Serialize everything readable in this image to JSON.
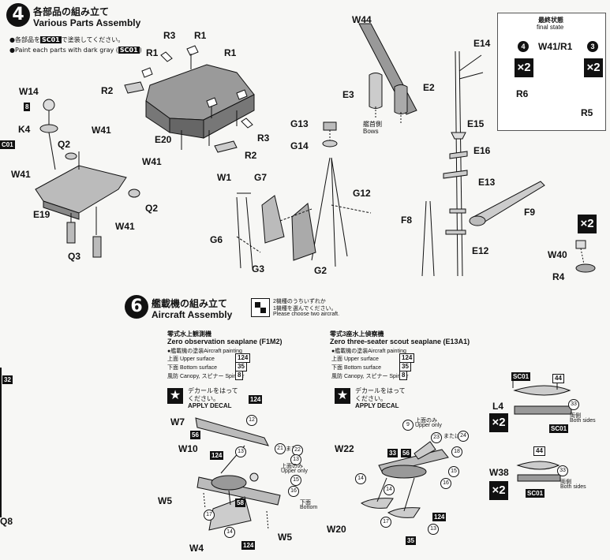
{
  "step4": {
    "number": "4",
    "title_jp": "各部品の組み立て",
    "title_en": "Various Parts Assembly",
    "note_jp_1": "●各部品を",
    "note_code": "SC01",
    "note_jp_2": "で塗装してください。",
    "note_en_1": "●Paint each parts with dark gray (",
    "note_en_2": ")"
  },
  "final_state": {
    "title_jp": "最終状態",
    "title_en": "final state",
    "left_step": "4",
    "right_step": "3",
    "part_label": "W41/R1",
    "left_mult": "×2",
    "right_mult": "×2",
    "r6": "R6",
    "r5": "R5"
  },
  "parts": {
    "r3_top": "R3",
    "r1_top": "R1",
    "r1_a": "R1",
    "r1_b": "R1",
    "r2_left": "R2",
    "w14": "W14",
    "w14_code": "8",
    "k4": "K4",
    "sc01_edge": "C01",
    "q2_top": "Q2",
    "w41_a": "W41",
    "w41_left": "W41",
    "w41_right": "W41",
    "e20": "E20",
    "r2_right": "R2",
    "r3_right": "R3",
    "q2_right": "Q2",
    "w41_bottom": "W41",
    "e19": "E19",
    "q3": "Q3",
    "w44": "W44",
    "e3": "E3",
    "e2": "E2",
    "bows_jp": "艦首側",
    "bows_en": "Bows",
    "g13": "G13",
    "g14": "G14",
    "w1": "W1",
    "g7": "G7",
    "g12": "G12",
    "g6": "G6",
    "g3": "G3",
    "g2": "G2",
    "e14": "E14",
    "e15": "E15",
    "e16": "E16",
    "e13": "E13",
    "f9": "F9",
    "f8": "F8",
    "e12": "E12",
    "w40_mult": "×2",
    "w40": "W40",
    "r4": "R4"
  },
  "step6": {
    "number": "6",
    "title_jp": "艦載機の組み立て",
    "title_en": "Aircraft Assembly",
    "choose_jp_1": "2機種のうちいずれか",
    "choose_jp_2": "1機種を選んでください。",
    "choose_en": "Please choose two aircraft."
  },
  "plane1": {
    "name_jp": "零式水上観測機",
    "name_en": "Zero observation seaplane (F1M2)",
    "paint_title": "●艦載機の塗装Aircraft painting",
    "rows": [
      {
        "label": "上面  Upper  surface",
        "code": "124"
      },
      {
        "label": "下面 Bottom surface",
        "code": "35"
      },
      {
        "label": "風防 Canopy, スピナー Spinner",
        "code": "8"
      }
    ],
    "decal_jp_1": "デカールをはって",
    "decal_jp_2": "ください。",
    "decal_en": "APPLY DECAL",
    "w7": "W7",
    "w10": "W10",
    "w5_left": "W5",
    "w4": "W4",
    "w5_right": "W5",
    "c124_top": "124",
    "c56": "56",
    "c124_mid": "124",
    "c58": "58",
    "c124_bot": "124",
    "d12": "12",
    "d13": "13",
    "d21": "21",
    "d22": "22",
    "mata": "または",
    "d13b": "13",
    "d15": "15",
    "d16": "16",
    "d17": "17",
    "d14": "14",
    "upper_only_jp": "上面のみ",
    "upper_only_en": "Upper only",
    "bottom_jp": "下面",
    "bottom_en": "Bottom"
  },
  "plane2": {
    "name_jp": "零式3座水上偵察機",
    "name_en": "Zero three-seater scout seaplane (E13A1)",
    "paint_title": "●艦載機の塗装Aircraft painting",
    "rows": [
      {
        "label": "上面  Upper  surface",
        "code": "124"
      },
      {
        "label": "下面 Bottom surface",
        "code": "35"
      },
      {
        "label": "風防 Canopy, スピナー Spinner",
        "code": "8"
      }
    ],
    "decal_jp_1": "デカールをはって",
    "decal_jp_2": "ください。",
    "decal_en": "APPLY DECAL",
    "w22": "W22",
    "w20": "W20",
    "c33": "33",
    "c56": "56",
    "c124": "124",
    "c35": "35",
    "d9": "9",
    "d23": "23",
    "d24": "24",
    "d18": "18",
    "d14": "14",
    "d15": "15",
    "d16": "16",
    "d17": "17",
    "d13": "13",
    "d14b": "14",
    "upper_only_jp": "上面のみ",
    "upper_only_en": "Upper only",
    "mata": "または"
  },
  "boats": {
    "l4": "L4",
    "l4_mult": "×2",
    "sc01_a": "SC01",
    "code44_a": "44",
    "code33_a": "33",
    "both_jp_a": "両側",
    "both_en_a": "Both sides",
    "sc01_b": "SC01",
    "w38": "W38",
    "w38_mult": "×2",
    "code44_b": "44",
    "code33_b": "33",
    "both_jp_b": "両側",
    "both_en_b": "Both sides",
    "sc01_c": "SC01"
  },
  "left_edge": {
    "code32": "32",
    "q8": "Q8"
  }
}
